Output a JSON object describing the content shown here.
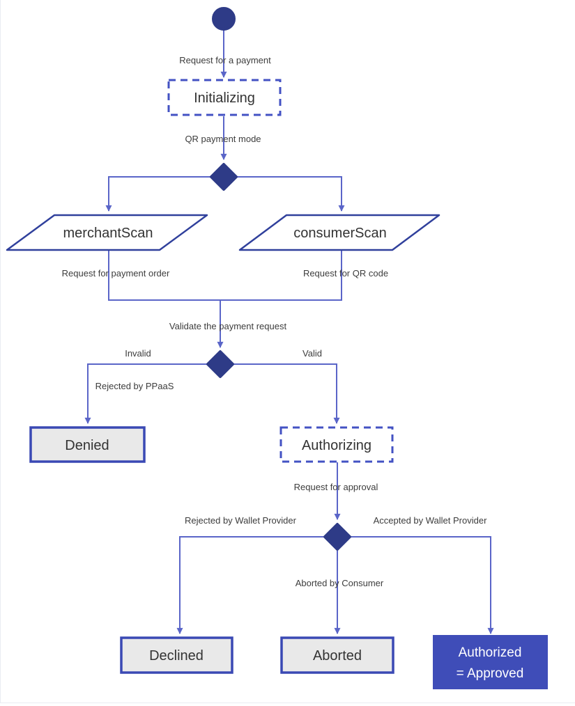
{
  "diagram": {
    "type": "state-flowchart",
    "nodes": {
      "initializing": {
        "label": "Initializing"
      },
      "merchant_scan": {
        "label": "merchantScan"
      },
      "consumer_scan": {
        "label": "consumerScan"
      },
      "denied": {
        "label": "Denied"
      },
      "authorizing": {
        "label": "Authorizing"
      },
      "declined": {
        "label": "Declined"
      },
      "aborted": {
        "label": "Aborted"
      },
      "authorized": {
        "line1": "Authorized",
        "line2": "= Approved"
      }
    },
    "edge_labels": {
      "request_payment": "Request for a payment",
      "qr_mode": "QR payment mode",
      "request_payment_order": "Request for payment order",
      "request_qr_code": "Request for QR code",
      "validate": "Validate the payment request",
      "invalid": "Invalid",
      "valid": "Valid",
      "rejected_ppaas": "Rejected by PPaaS",
      "request_approval": "Request for approval",
      "rejected_wallet": "Rejected by Wallet Provider",
      "accepted_wallet": "Accepted by Wallet Provider",
      "aborted_consumer": "Aborted by Consumer"
    },
    "flow": [
      {
        "from": "start",
        "to": "Initializing",
        "label": "Request for a payment"
      },
      {
        "from": "Initializing",
        "to": "qr-mode-choice",
        "label": "QR payment mode"
      },
      {
        "from": "qr-mode-choice",
        "to": "merchantScan",
        "label": ""
      },
      {
        "from": "qr-mode-choice",
        "to": "consumerScan",
        "label": ""
      },
      {
        "from": "merchantScan",
        "to": "validate-choice",
        "label": "Request for payment order"
      },
      {
        "from": "consumerScan",
        "to": "validate-choice",
        "label": "Request for QR code"
      },
      {
        "from": "validate-choice",
        "to": "Denied",
        "label": "Invalid / Rejected by PPaaS"
      },
      {
        "from": "validate-choice",
        "to": "Authorizing",
        "label": "Valid"
      },
      {
        "from": "Authorizing",
        "to": "approval-choice",
        "label": "Request for approval"
      },
      {
        "from": "approval-choice",
        "to": "Declined",
        "label": "Rejected by Wallet Provider"
      },
      {
        "from": "approval-choice",
        "to": "Aborted",
        "label": "Aborted by Consumer"
      },
      {
        "from": "approval-choice",
        "to": "Authorized = Approved",
        "label": "Accepted by Wallet Provider"
      }
    ]
  },
  "colors": {
    "canvas_bg": "#ffffff",
    "node_dark": "#2e3b87",
    "edge": "#5a65c8",
    "dashed_border": "#4352c3",
    "shape_border": "#30409c",
    "result_border": "#3a49b4",
    "result_fill": "#e9e9e9",
    "final_fill": "#3f4db8",
    "node_text": "#333333",
    "edge_label_text": "#3c3c3c",
    "frame_line": "#e9ecf2"
  }
}
